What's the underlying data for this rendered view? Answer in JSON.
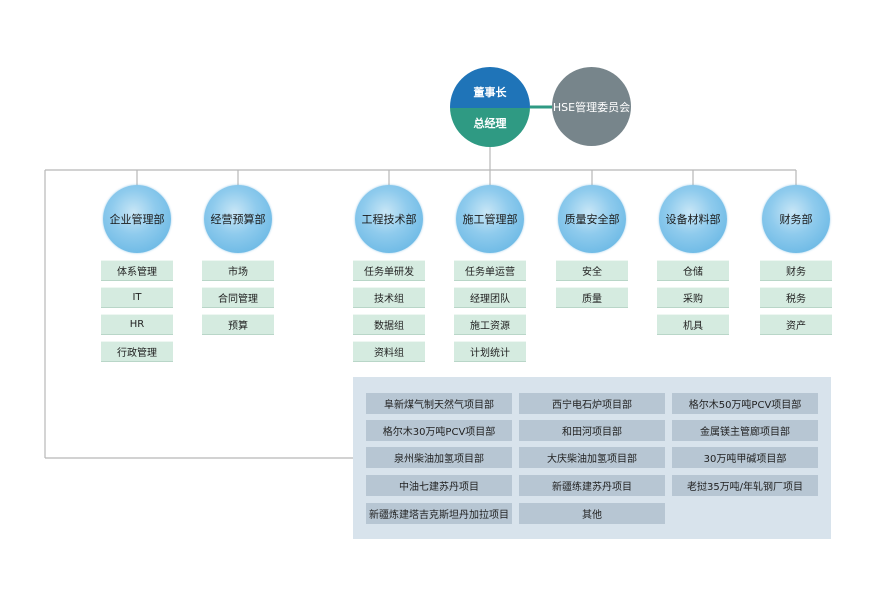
{
  "top": {
    "chairman": "董事长",
    "general_manager": "总经理",
    "hse": "HSE管理委员会"
  },
  "departments": [
    {
      "name": "企业管理部",
      "items": [
        "体系管理",
        "IT",
        "HR",
        "行政管理"
      ]
    },
    {
      "name": "经营预算部",
      "items": [
        "市场",
        "合同管理",
        "预算"
      ]
    },
    {
      "name": "工程技术部",
      "items": [
        "任务单研发",
        "技术组",
        "数据组",
        "资料组"
      ]
    },
    {
      "name": "施工管理部",
      "items": [
        "任务单运营",
        "经理团队",
        "施工资源",
        "计划统计"
      ]
    },
    {
      "name": "质量安全部",
      "items": [
        "安全",
        "质量"
      ]
    },
    {
      "name": "设备材料部",
      "items": [
        "仓储",
        "采购",
        "机具"
      ]
    },
    {
      "name": "财务部",
      "items": [
        "财务",
        "税务",
        "资产"
      ]
    }
  ],
  "projects": [
    "阜新煤气制天然气项目部",
    "西宁电石炉项目部",
    "格尔木50万吨PCV项目部",
    "格尔木30万吨PCV项目部",
    "和田河项目部",
    "金属镁主管廊项目部",
    "泉州柴油加氢项目部",
    "大庆柴油加氢项目部",
    "30万吨甲碱项目部",
    "中油七建苏丹项目",
    "新疆练建苏丹项目",
    "老挝35万吨/年轧钢厂项目",
    "新疆炼建塔吉克斯坦丹加拉项目",
    "其他"
  ],
  "colors": {
    "chairman_bg": "#1f74b8",
    "gm_bg": "#2f9a83",
    "hse_bg": "#77858b",
    "dept_circle": "#8fcbed",
    "sub_box": "#d5ebe0",
    "project_panel": "#d8e3ec",
    "project_box": "#b7c6d3",
    "connector": "#b8b8b8"
  }
}
